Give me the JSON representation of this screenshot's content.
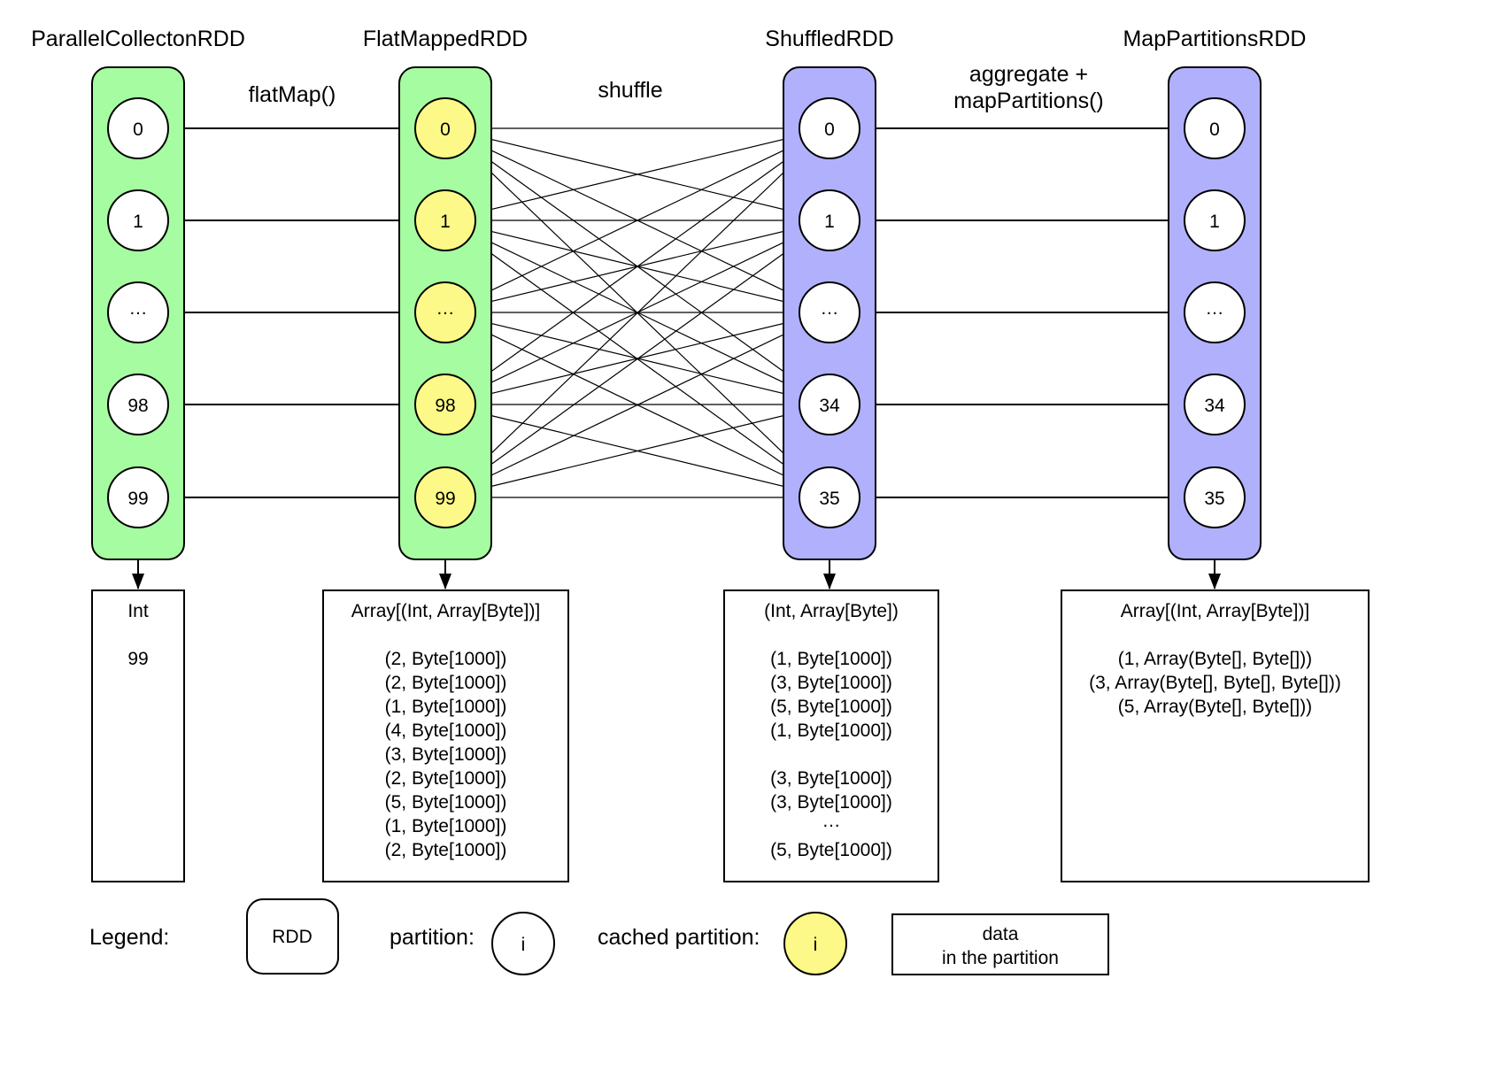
{
  "colors": {
    "rdd_green": "#a6fca0",
    "rdd_blue": "#b0b0fd",
    "partition": "#ffffff",
    "cached_partition": "#fdf988",
    "stroke": "#000000"
  },
  "rdds": [
    {
      "name": "ParallelCollectonRDD",
      "color": "green",
      "cached": false,
      "partitions": [
        "0",
        "1",
        "...",
        "98",
        "99"
      ],
      "data": {
        "type": "Int",
        "lines": [
          "99"
        ]
      }
    },
    {
      "name": "FlatMappedRDD",
      "color": "green",
      "cached": true,
      "partitions": [
        "0",
        "1",
        "...",
        "98",
        "99"
      ],
      "data": {
        "type": "Array[(Int, Array[Byte])]",
        "lines": [
          "(2, Byte[1000])",
          "(2, Byte[1000])",
          "(1, Byte[1000])",
          "(4, Byte[1000])",
          "(3, Byte[1000])",
          "(2, Byte[1000])",
          "(5, Byte[1000])",
          "(1, Byte[1000])",
          "(2, Byte[1000])"
        ]
      }
    },
    {
      "name": "ShuffledRDD",
      "color": "blue",
      "cached": false,
      "partitions": [
        "0",
        "1",
        "...",
        "34",
        "35"
      ],
      "data": {
        "type": "(Int, Array[Byte])",
        "lines": [
          "(1, Byte[1000])",
          "(3, Byte[1000])",
          "(5, Byte[1000])",
          "(1, Byte[1000])",
          "",
          "(3, Byte[1000])",
          "(3, Byte[1000])",
          "...",
          "(5, Byte[1000])"
        ]
      }
    },
    {
      "name": "MapPartitionsRDD",
      "color": "blue",
      "cached": false,
      "partitions": [
        "0",
        "1",
        "...",
        "34",
        "35"
      ],
      "data": {
        "type": "Array[(Int, Array[Byte])]",
        "lines": [
          "(1, Array(Byte[], Byte[]))",
          "(3, Array(Byte[], Byte[], Byte[]))",
          "(5, Array(Byte[], Byte[]))"
        ]
      }
    }
  ],
  "transformations": [
    {
      "from": 0,
      "to": 1,
      "lines": [
        "flatMap()"
      ],
      "kind": "narrow"
    },
    {
      "from": 1,
      "to": 2,
      "lines": [
        "shuffle"
      ],
      "kind": "shuffle"
    },
    {
      "from": 2,
      "to": 3,
      "lines": [
        "aggregate +",
        "mapPartitions()"
      ],
      "kind": "narrow"
    }
  ],
  "legend": {
    "title": "Legend:",
    "rdd_label": "RDD",
    "partition_label": "partition:",
    "partition_symbol": "i",
    "cached_label": "cached partition:",
    "cached_symbol": "i",
    "data_lines": [
      "data",
      "in the partition"
    ]
  }
}
